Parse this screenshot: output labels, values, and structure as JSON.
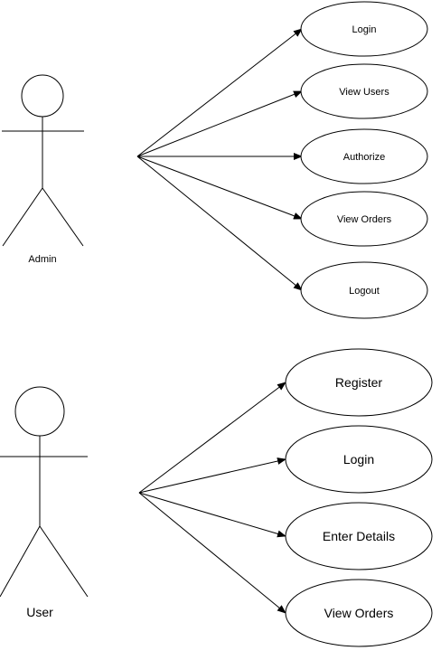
{
  "actors": [
    {
      "id": "admin",
      "label": "Admin",
      "use_cases": [
        "Login",
        "View Users",
        "Authorize",
        "View Orders",
        "Logout"
      ]
    },
    {
      "id": "user",
      "label": "User",
      "use_cases": [
        "Register",
        "Login",
        "Enter Details",
        "View Orders"
      ]
    }
  ]
}
